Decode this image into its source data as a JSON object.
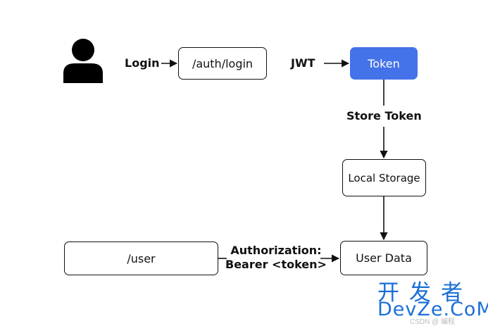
{
  "nodes": {
    "auth_login": "/auth/login",
    "token": "Token",
    "local_storage": "Local Storage",
    "user": "/user",
    "user_data": "User Data"
  },
  "edges": {
    "login": "Login",
    "jwt": "JWT",
    "store_token": "Store Token",
    "authorization_line1": "Authorization:",
    "authorization_line2": "Bearer <token>"
  },
  "watermark": {
    "cn": "开发者",
    "site": "DevZe.CoM",
    "small": "CSDN @ 编程"
  },
  "colors": {
    "token_fill": "#4472e8",
    "watermark": "#1a6fd6",
    "ink": "#111111"
  }
}
